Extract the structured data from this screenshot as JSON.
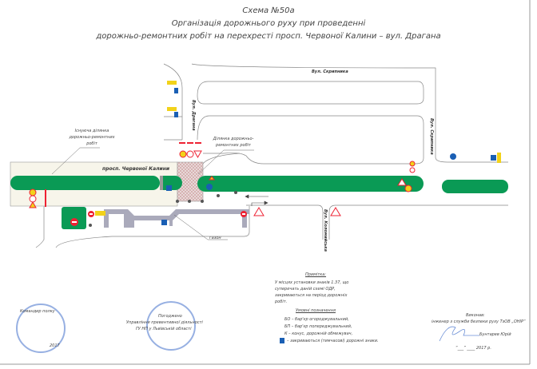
{
  "title": {
    "line1": "Схема №50а",
    "line2": "Організація дорожнього руху при проведенні",
    "line3": "дорожньо-ремонтних робіт на перехресті  просп. Червоної Калини – вул. Драгана"
  },
  "streets": {
    "skrypnyka_top": "Вул. Скрипника",
    "dragana": "Вул. Драгана",
    "skrypnyka_right": "Вул. Скрипника",
    "kolomyiska": "Вул. Коломийська",
    "chervonoi_kalyny": "просп. Червоної Калини"
  },
  "labels": {
    "existing_works": "Існуюча ділянка дорожньо-ремонтних робіт",
    "works_area": "Ділянка дорожньо-ремонтних робіт",
    "lawn": "газон"
  },
  "note": {
    "heading": "Примітка:",
    "text": "У місцях установки знаків 1.37, що суперечать даній схемі ОДР, закриваються на період дорожніх робіт."
  },
  "legend": {
    "heading": "Умовні позначення",
    "items": [
      "БО – бар'єр огороджувальний,",
      "БП – бар'єр попереджувальний,",
      "К – конус, дорожній обмежувач,",
      "– закриваються (тимчасові) дорожні знаки."
    ]
  },
  "approvals": {
    "left_title": "Командир полку",
    "middle_title": "Погоджено",
    "middle_org1": "Управління превентивної діяльності",
    "middle_org2": "ГУ НП у Львівській області",
    "left_year": "2017"
  },
  "executor": {
    "title": "Виконав:",
    "role": "інженер з служби безпеки руху ТзОВ „ОНІР“",
    "name": "Бунтарев Юрій",
    "date": "“___” ____ 2017 р."
  },
  "colors": {
    "median": "#0a9a55",
    "hatch": "#c99",
    "sign_red": "#e23",
    "sign_blue": "#1a5fb4",
    "sign_yellow": "#f2d21a"
  }
}
